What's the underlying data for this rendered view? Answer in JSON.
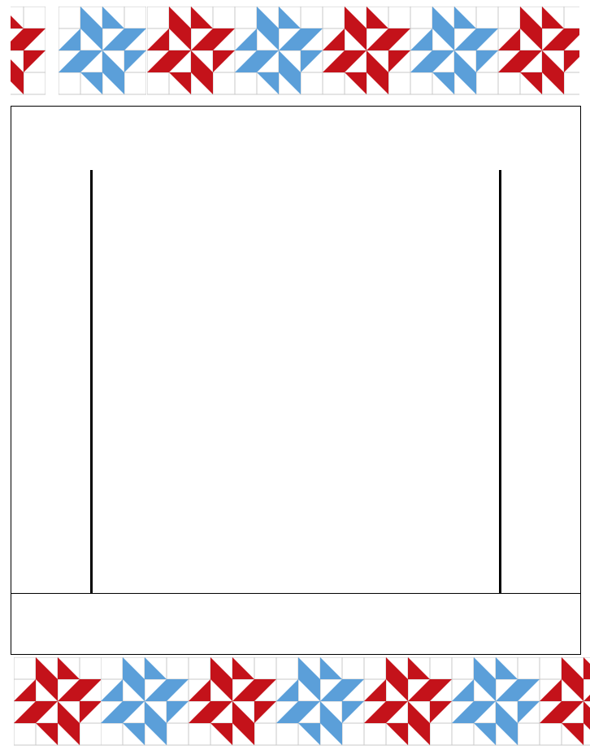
{
  "colors": {
    "red": "#c4121a",
    "blue": "#5b9fd9",
    "grid_line": "#c8c8c8",
    "frame_line": "#000000",
    "background": "#ffffff"
  },
  "pattern": {
    "block_name_semantic": "pinwheel-quilt-block",
    "top_row_colors": [
      "red",
      "blue",
      "red",
      "blue",
      "red",
      "blue",
      "red"
    ],
    "bottom_row_colors": [
      "red",
      "blue",
      "red",
      "blue",
      "red",
      "blue",
      "red"
    ]
  }
}
